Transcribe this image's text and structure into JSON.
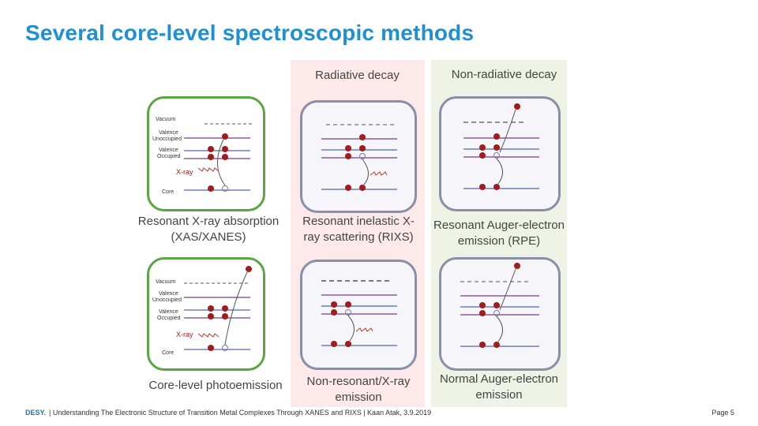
{
  "slide": {
    "title": "Several core-level spectroscopic methods",
    "columns": {
      "radiative": "Radiative decay",
      "nonradiative": "Non-radiative decay"
    },
    "diagram_labels": {
      "vacuum": "Vacuum",
      "valence": "Valence",
      "unoccupied": "Unoccupied",
      "occupied": "Occupied",
      "xray": "X-ray",
      "core": "Core"
    },
    "methods": {
      "xas": [
        "Resonant X-ray absorption",
        "(XAS/XANES)"
      ],
      "rixs": [
        "Resonant inelastic X-",
        "ray scattering (RIXS)"
      ],
      "rpe": [
        "Resonant Auger-electron",
        "emission (RPE)"
      ],
      "pes": [
        "Core-level photoemission"
      ],
      "xes": [
        "Non-resonant/X-ray",
        "emission"
      ],
      "aes": [
        "Normal Auger-electron",
        "emission"
      ]
    },
    "footer": {
      "logo": "DESY.",
      "text": "| Understanding The Electronic Structure of Transition Metal Complexes Through XANES and RIXS | Kaan Atak, 3.9.2019",
      "page": "Page 5"
    }
  }
}
